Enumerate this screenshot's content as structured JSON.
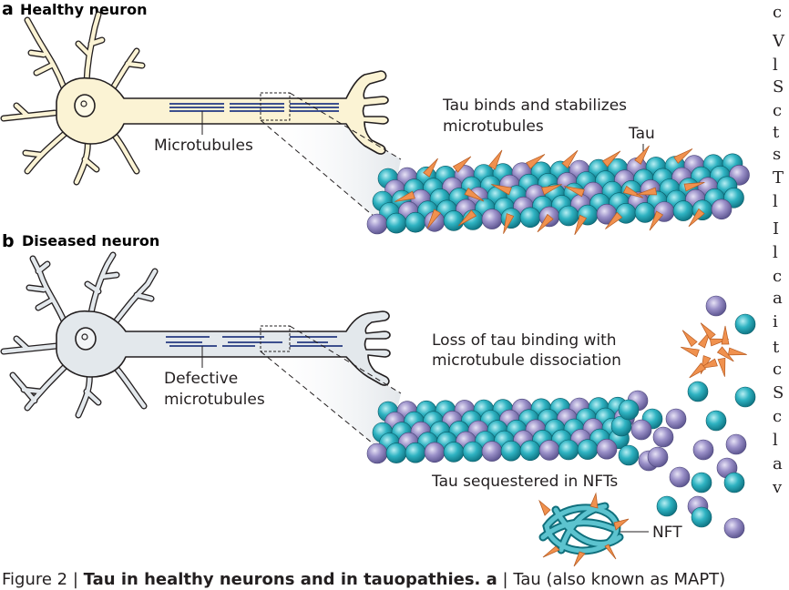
{
  "panel_a": {
    "letter": "a",
    "title": "Healthy neuron",
    "microtubules_label": "Microtubules",
    "tau_note_line1": "Tau binds and stabilizes",
    "tau_note_line2": "microtubules",
    "tau_label": "Tau"
  },
  "panel_b": {
    "letter": "b",
    "title": "Diseased neuron",
    "defective_line1": "Defective",
    "defective_line2": "microtubules",
    "loss_line1": "Loss of tau binding with",
    "loss_line2": "microtubule dissociation",
    "sequestered_label": "Tau sequestered in NFTs",
    "nft_label": "NFT"
  },
  "caption": {
    "prefix": "Figure 2 | ",
    "bold": "Tau in healthy neurons and in tauopathies.",
    "bold_letter": " a",
    "rest": " | Tau (also known as MAPT)"
  },
  "right_edge_glyphs": [
    "c",
    "V",
    "l",
    "S",
    "c",
    "t",
    "s",
    "T",
    "l",
    "I",
    "l",
    "c",
    "a",
    "i",
    "t",
    "c",
    "S",
    "c",
    "l",
    "a",
    "v"
  ],
  "colors": {
    "healthy_neuron": "#fbf3d4",
    "diseased_neuron": "#e3e8ec",
    "outline": "#231f20",
    "microtubule_line": "#3d4f8e",
    "tubulin_teal": "#1fa3b3",
    "tubulin_purple": "#8a80bb",
    "tau": "#f0914e",
    "zoom_beam": "#e6e9ec"
  }
}
